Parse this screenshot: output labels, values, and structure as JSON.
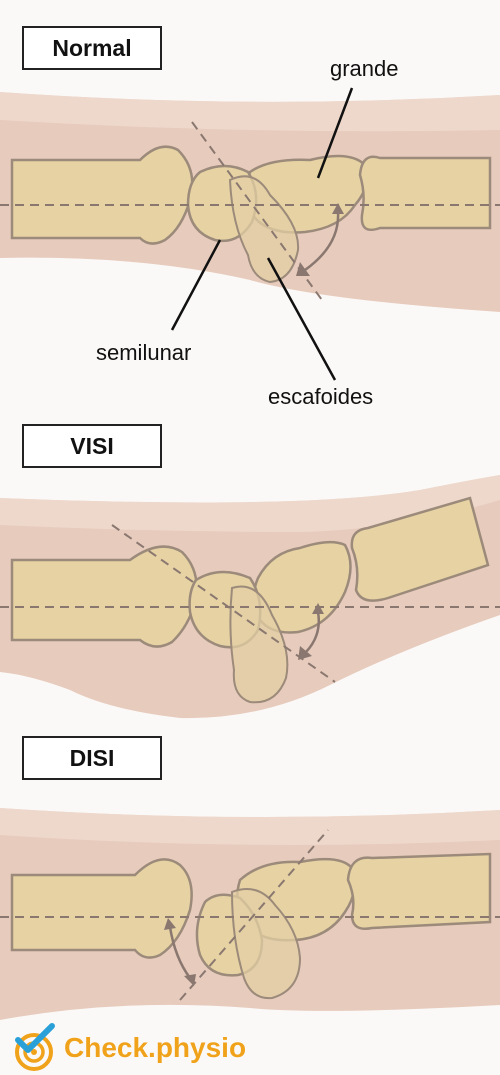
{
  "colors": {
    "skin": "#e7cbbd",
    "skin_light": "#f3e4dc",
    "bone": "#e6d2a3",
    "bone_stroke": "#9c8a7a",
    "carpal_translucent": "#e3cfa4",
    "dashed": "#8a7870",
    "arrow": "#8a7870",
    "brand_orange": "#f0a21b",
    "brand_blue": "#2aa0d8"
  },
  "panels": [
    {
      "title": "Normal"
    },
    {
      "title": "VISI"
    },
    {
      "title": "DISI"
    }
  ],
  "labels": {
    "capitate": "grande",
    "lunate": "semilunar",
    "scaphoid": "escafoides"
  },
  "brand": {
    "name": "Check.physio",
    "icon": "checkmark-target-icon"
  }
}
